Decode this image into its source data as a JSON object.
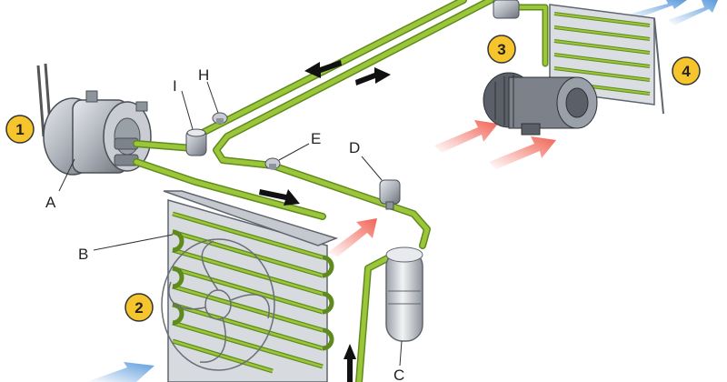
{
  "badges": [
    {
      "id": "1",
      "text": "1"
    },
    {
      "id": "2",
      "text": "2"
    },
    {
      "id": "3",
      "text": "3"
    },
    {
      "id": "4",
      "text": "4"
    }
  ],
  "labels": {
    "A": "A",
    "B": "B",
    "C": "C",
    "D": "D",
    "E": "E",
    "H": "H",
    "I": "I"
  },
  "colors": {
    "pipe": "#9cc63a",
    "pipe_dark": "#5f8a1e",
    "badge_fill": "#f6c42c",
    "warm_air": "#f05a4a",
    "cool_air": "#4a90d9",
    "metal": "#b9bec6",
    "metal_dark": "#5b6068"
  }
}
